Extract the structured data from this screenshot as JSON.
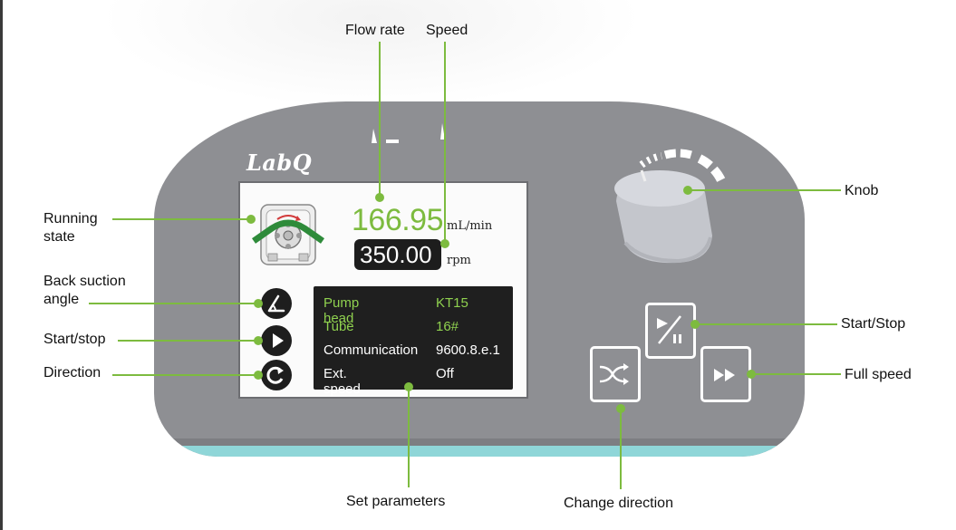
{
  "device": {
    "brand": "LabQ",
    "body_color": "#8e8f93",
    "accent_strip_color": "#8fd6d8"
  },
  "screen": {
    "flow_rate": "166.95",
    "flow_unit": "mL/min",
    "speed": "350.00",
    "speed_unit": "rpm",
    "status_icons": [
      "back-suction-angle-icon",
      "play-icon",
      "direction-icon"
    ],
    "parameters": [
      {
        "key": "Pump head",
        "value": "KT15",
        "color": "#8fd14f"
      },
      {
        "key": "Tube",
        "value": "16#",
        "color": "#8fd14f"
      },
      {
        "key": "Communication",
        "value": "9600.8.e.1",
        "color": "#ffffff"
      },
      {
        "key": "Ext. speed",
        "value": "Off",
        "color": "#ffffff"
      }
    ]
  },
  "controls": {
    "knob": "knob",
    "buttons": [
      "start-stop-button",
      "full-speed-button",
      "change-direction-button"
    ]
  },
  "annotations": {
    "flow_rate": "Flow rate",
    "speed": "Speed",
    "knob": "Knob",
    "running_state_line1": "Running",
    "running_state_line2": "state",
    "back_suction_line1": "Back suction",
    "back_suction_line2": "angle",
    "start_stop_left": "Start/stop",
    "direction": "Direction",
    "start_stop_right": "Start/Stop",
    "full_speed": "Full speed",
    "set_parameters": "Set parameters",
    "change_direction": "Change direction"
  },
  "colors": {
    "leader": "#7dbb3f",
    "flow_value": "#7dbb3f"
  }
}
